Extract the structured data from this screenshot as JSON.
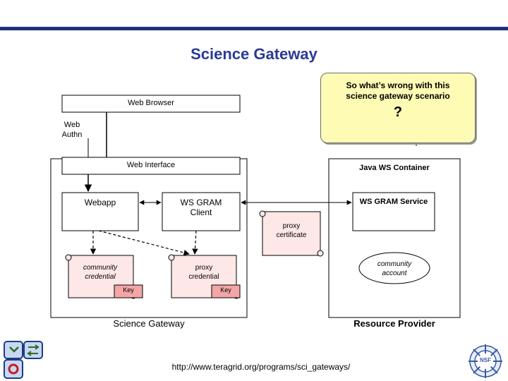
{
  "slide": {
    "title": "Science Gateway",
    "footer_url": "http://www.teragrid.org/programs/sci_gateways/"
  },
  "callout": {
    "text_line1": "So what’s wrong with this",
    "text_line2": "science gateway scenario",
    "question": "?"
  },
  "diagram": {
    "web_browser": "Web Browser",
    "web_authn_line1": "Web",
    "web_authn_line2": "Authn",
    "web_interface": "Web Interface",
    "webapp": "Webapp",
    "ws_gram_client_line1": "WS GRAM",
    "ws_gram_client_line2": "Client",
    "java_ws_container": "Java WS Container",
    "ws_gram_service": "WS GRAM Service",
    "proxy_certificate_line1": "proxy",
    "proxy_certificate_line2": "certificate",
    "community_credential_line1": "community",
    "community_credential_line2": "credential",
    "proxy_credential_line1": "proxy",
    "proxy_credential_line2": "credential",
    "key1": "Key",
    "key2": "Key",
    "community_account_line1": "community",
    "community_account_line2": "account",
    "science_gateway_label": "Science Gateway",
    "resource_provider_label": "Resource Provider"
  },
  "logos": {
    "left_logo": "teragrid-logo-icon",
    "right_logo": "nsf-logo-icon",
    "nsf_text": "NSF"
  },
  "colors": {
    "title": "#2a3a96",
    "topbar": "#1f2f7a",
    "callout_fill": "#fdfbb4",
    "key_fill": "#f4a6a6",
    "scroll_fill": "#fde7e7"
  }
}
